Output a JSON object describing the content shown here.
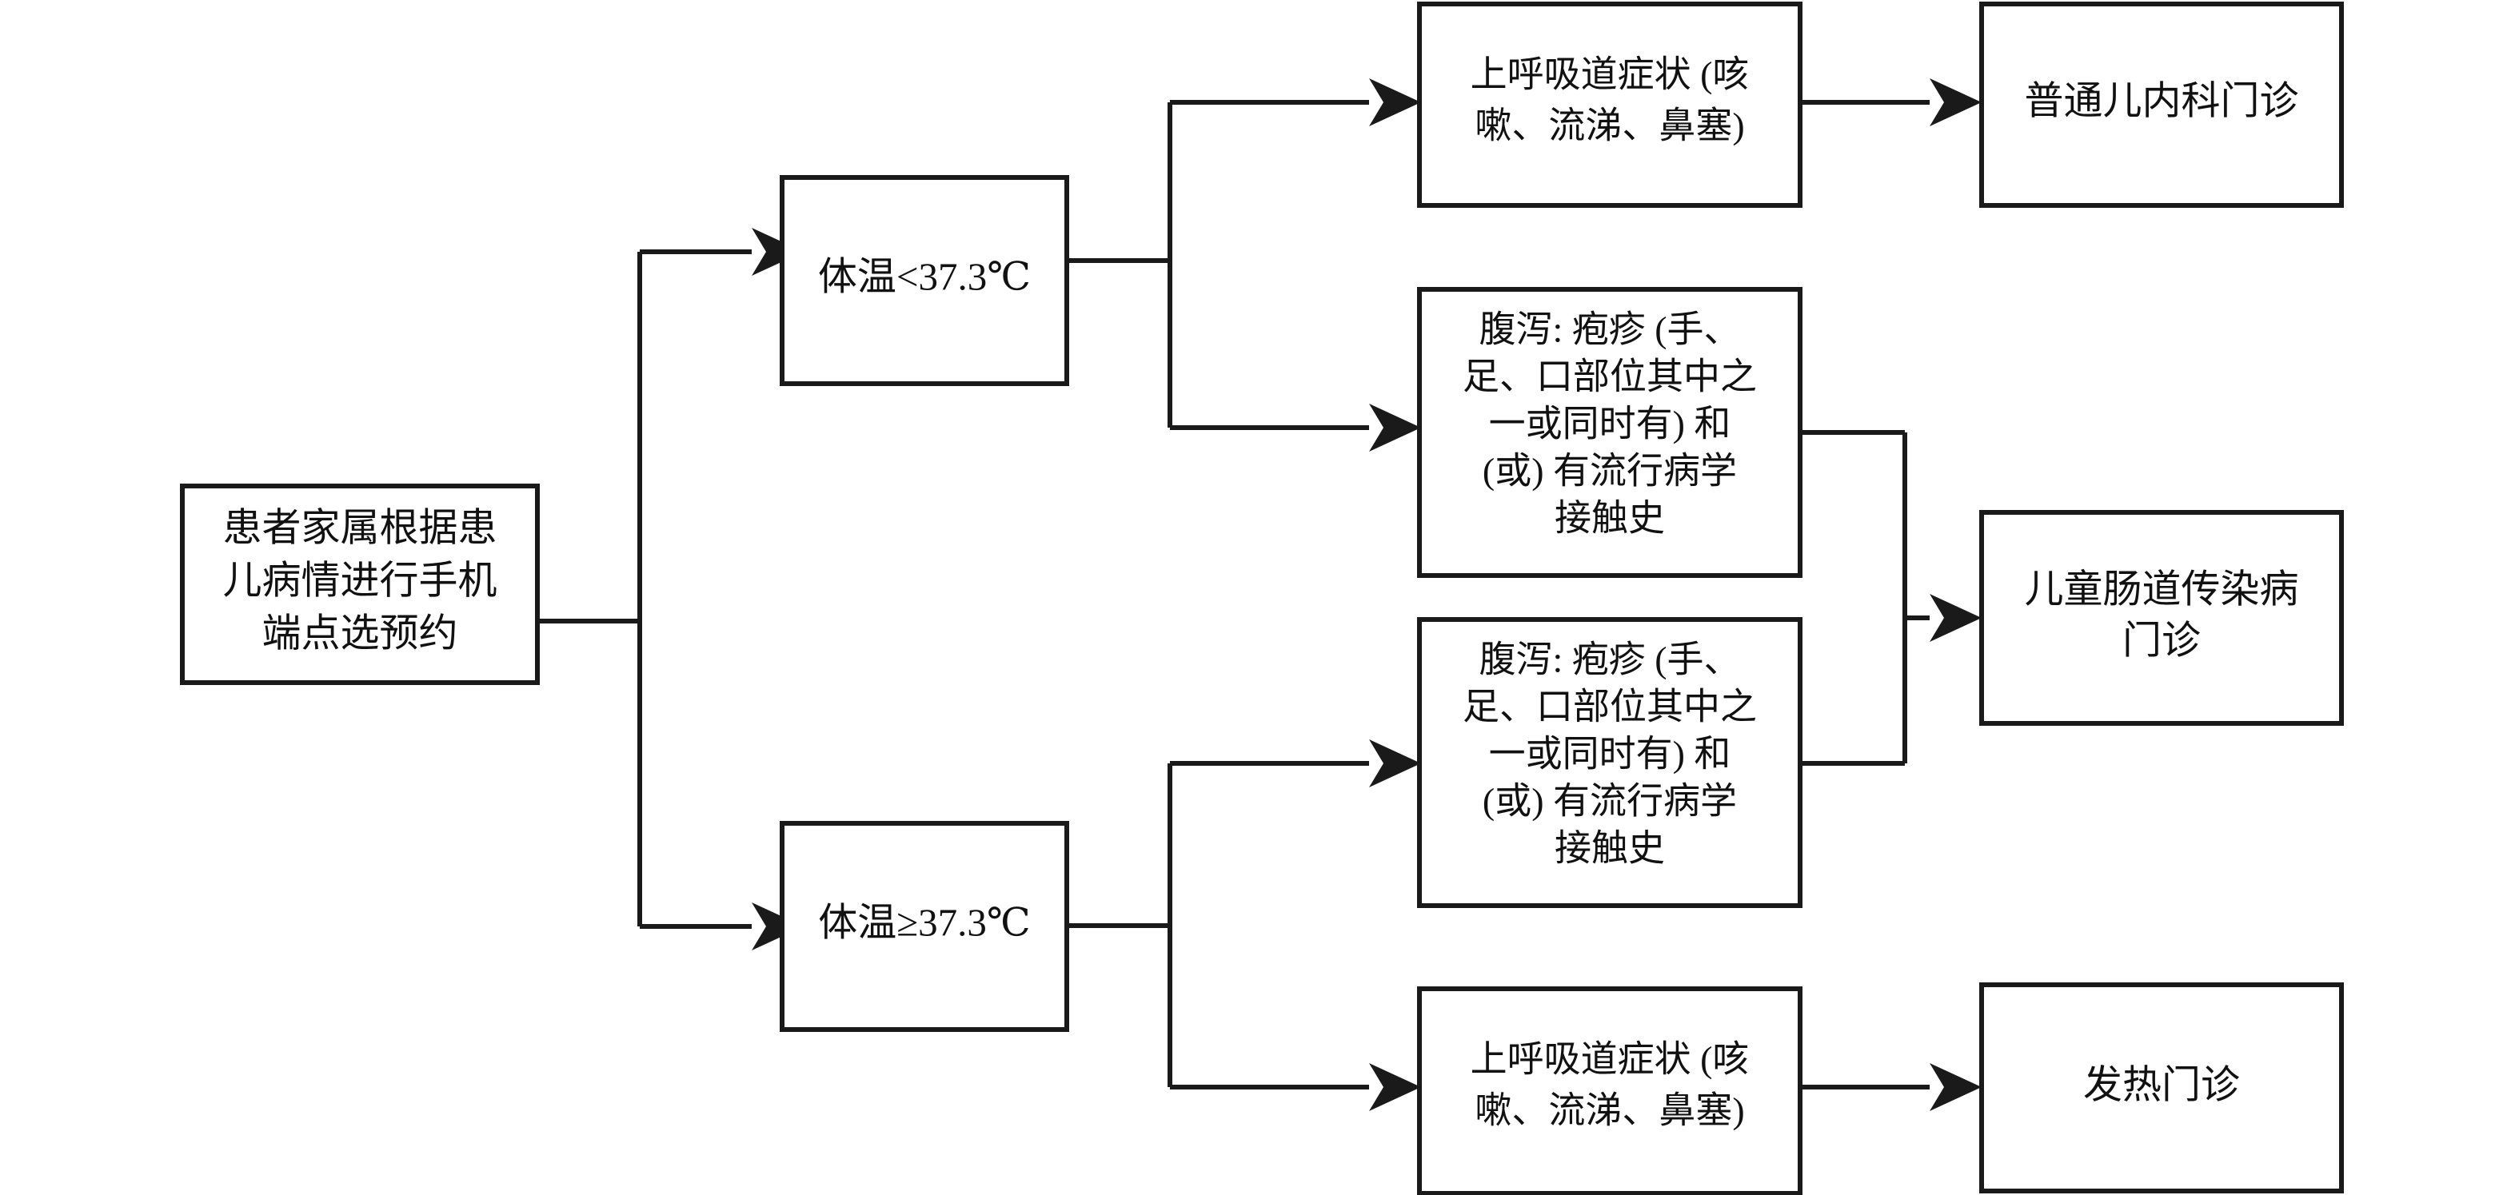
{
  "diagram": {
    "type": "flowchart",
    "orientation": "left-to-right",
    "background_color": "#ffffff",
    "line_color": "#1a1a1a",
    "text_color": "#111111",
    "nodes": {
      "start": {
        "id": "start",
        "shape": "rectangle",
        "lines": [
          "患者家属根据患",
          "儿病情进行手机",
          "端点选预约"
        ],
        "text": "患者家属根据患儿病情进行手机端点选预约"
      },
      "temp_low": {
        "id": "temp_low",
        "shape": "rectangle",
        "lines": [
          "体温<37.3℃"
        ],
        "text": "体温<37.3℃"
      },
      "temp_high": {
        "id": "temp_high",
        "shape": "rectangle",
        "lines": [
          "体温≥37.3℃"
        ],
        "text": "体温≥37.3℃"
      },
      "uri_top": {
        "id": "uri_top",
        "shape": "rectangle",
        "lines": [
          "上呼吸道症状 (咳",
          "嗽、流涕、鼻塞)"
        ],
        "text": "上呼吸道症状 (咳嗽、流涕、鼻塞)"
      },
      "enteric_top": {
        "id": "enteric_top",
        "shape": "rectangle",
        "lines": [
          "腹泻: 疱疹 (手、",
          "足、口部位其中之",
          "一或同时有) 和",
          "(或) 有流行病学",
          "接触史"
        ],
        "text": "腹泻: 疱疹 (手、足、口部位其中之一或同时有) 和 (或) 有流行病学接触史"
      },
      "enteric_bottom": {
        "id": "enteric_bottom",
        "shape": "rectangle",
        "lines": [
          "腹泻: 疱疹 (手、",
          "足、口部位其中之",
          "一或同时有) 和",
          "(或) 有流行病学",
          "接触史"
        ],
        "text": "腹泻: 疱疹 (手、足、口部位其中之一或同时有) 和 (或) 有流行病学接触史"
      },
      "uri_bottom": {
        "id": "uri_bottom",
        "shape": "rectangle",
        "lines": [
          "上呼吸道症状 (咳",
          "嗽、流涕、鼻塞)"
        ],
        "text": "上呼吸道症状 (咳嗽、流涕、鼻塞)"
      },
      "clinic_general": {
        "id": "clinic_general",
        "shape": "rectangle",
        "lines": [
          "普通儿内科门诊"
        ],
        "text": "普通儿内科门诊"
      },
      "clinic_enteric": {
        "id": "clinic_enteric",
        "shape": "rectangle",
        "lines": [
          "儿童肠道传染病",
          "门诊"
        ],
        "text": "儿童肠道传染病门诊"
      },
      "clinic_fever": {
        "id": "clinic_fever",
        "shape": "rectangle",
        "lines": [
          "发热门诊"
        ],
        "text": "发热门诊"
      }
    },
    "edges": [
      {
        "from": "start",
        "to": "temp_low",
        "arrow": true
      },
      {
        "from": "start",
        "to": "temp_high",
        "arrow": true
      },
      {
        "from": "temp_low",
        "to": "uri_top",
        "arrow": true
      },
      {
        "from": "temp_low",
        "to": "enteric_top",
        "arrow": true
      },
      {
        "from": "temp_high",
        "to": "enteric_bottom",
        "arrow": true
      },
      {
        "from": "temp_high",
        "to": "uri_bottom",
        "arrow": true
      },
      {
        "from": "uri_top",
        "to": "clinic_general",
        "arrow": true
      },
      {
        "from": "enteric_top",
        "to": "clinic_enteric",
        "arrow": true
      },
      {
        "from": "enteric_bottom",
        "to": "clinic_enteric",
        "arrow": true
      },
      {
        "from": "uri_bottom",
        "to": "clinic_fever",
        "arrow": true
      }
    ]
  }
}
